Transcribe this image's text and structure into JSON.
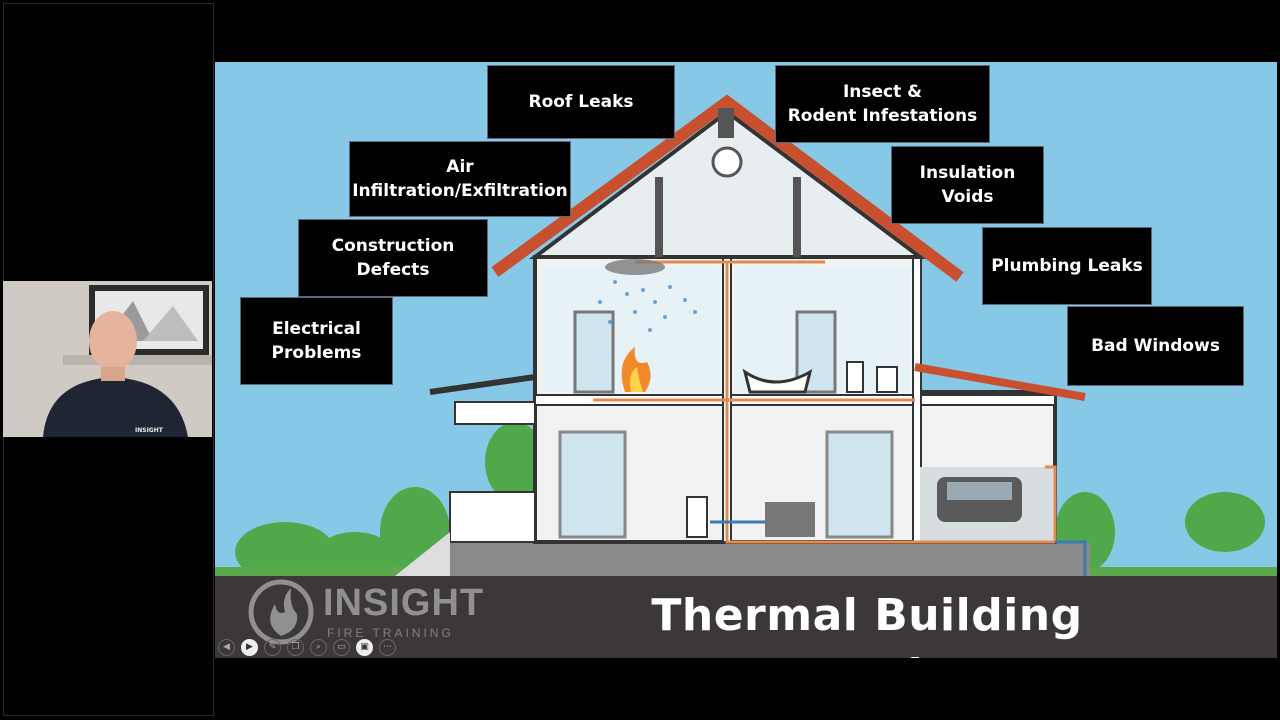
{
  "slide": {
    "title": "Thermal Building Inspections",
    "logo": {
      "word": "INSIGHT",
      "sub": "FIRE TRAINING"
    },
    "labels": [
      {
        "id": "roof-leaks",
        "text": "Roof Leaks"
      },
      {
        "id": "insect",
        "text": "Insect &\nRodent Infestations"
      },
      {
        "id": "air",
        "text": "Air\nInfiltration/Exfiltration"
      },
      {
        "id": "insulation",
        "text": "Insulation\nVoids"
      },
      {
        "id": "construction",
        "text": "Construction\nDefects"
      },
      {
        "id": "plumbing",
        "text": "Plumbing Leaks"
      },
      {
        "id": "electrical",
        "text": "Electrical\nProblems"
      },
      {
        "id": "windows",
        "text": "Bad Windows"
      }
    ]
  },
  "webcam": {
    "shirt_text": "INSIGHT"
  },
  "controls": [
    {
      "icon": "previous-icon",
      "glyph": "◀"
    },
    {
      "icon": "play-icon",
      "glyph": "▶"
    },
    {
      "icon": "pen-icon",
      "glyph": "✎"
    },
    {
      "icon": "slides-icon",
      "glyph": "❐"
    },
    {
      "icon": "zoom-icon",
      "glyph": "⌕"
    },
    {
      "icon": "subtitle-icon",
      "glyph": "▭"
    },
    {
      "icon": "camera-icon",
      "glyph": "▣"
    },
    {
      "icon": "more-icon",
      "glyph": "⋯"
    }
  ],
  "colors": {
    "sky": "#7ec4e4",
    "roof": "#c8502e",
    "pipe": "#e58a4e",
    "label_bg": "#000000",
    "footer": "#3c3838"
  }
}
